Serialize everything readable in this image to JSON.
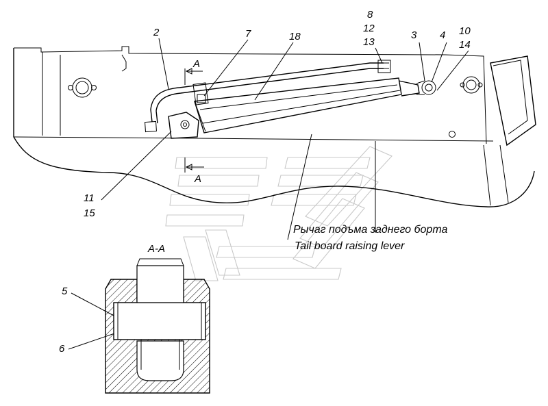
{
  "callouts": {
    "c2": "2",
    "c7": "7",
    "c18": "18",
    "c8": "8",
    "c12": "12",
    "c13": "13",
    "c3": "3",
    "c4": "4",
    "c10": "10",
    "c14": "14",
    "c11": "11",
    "c15": "15",
    "c5": "5",
    "c6": "6"
  },
  "section_marks": {
    "top": "A",
    "bottom": "A",
    "view_title": "A-A"
  },
  "caption": {
    "russian": "Рычаг подъма заднего борта",
    "english": "Tail board raising lever"
  }
}
